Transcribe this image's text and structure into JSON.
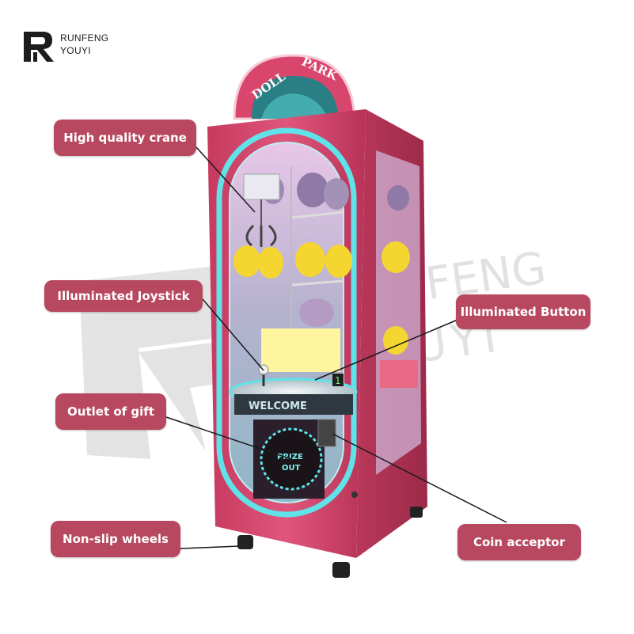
{
  "brand": {
    "line1": "RUNFENG",
    "line2": "YOUYI",
    "logo_icon": "rf-logo-icon"
  },
  "machine": {
    "marquee_word1": "DOLL",
    "marquee_word2": "PARK",
    "welcome_text": "WELCOME",
    "prize_text_1": "PRIZE",
    "prize_text_2": "OUT",
    "button_number": "1"
  },
  "watermark": {
    "line1": "RUNFENG",
    "line2": "YOUYI"
  },
  "callouts": {
    "crane": "High quality crane",
    "joystick": "Illuminated Joystick",
    "button": "Illuminated Button",
    "outlet": "Outlet of gift",
    "wheels": "Non-slip wheels",
    "coin": "Coin acceptor"
  },
  "colors": {
    "callout_bg": "#b8485f",
    "cabinet": "#d9466d",
    "neon": "#5fe3e8"
  }
}
